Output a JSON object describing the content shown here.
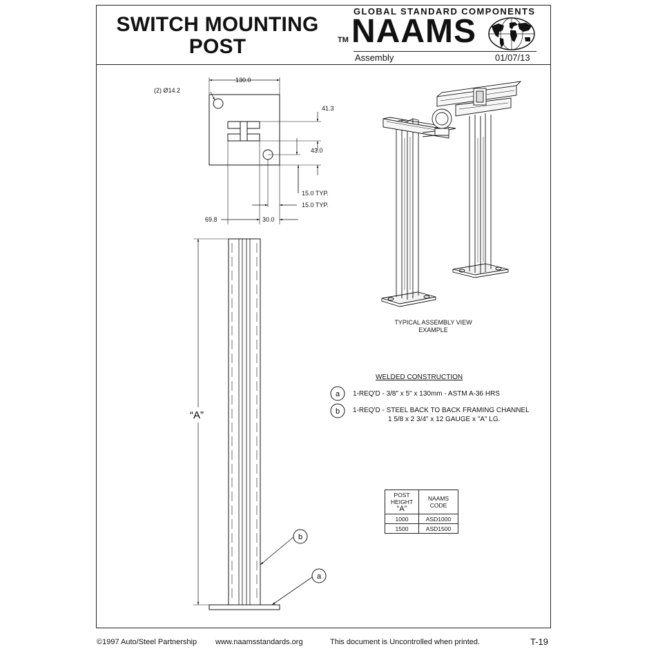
{
  "header": {
    "title_line1": "SWITCH MOUNTING",
    "title_line2": "POST",
    "brand_tagline": "GLOBAL STANDARD COMPONENTS",
    "brand_name": "NAAMS",
    "trademark": "TM",
    "subtitle": "Assembly",
    "date": "01/07/13"
  },
  "plate_dims": {
    "width": "130.0",
    "holes": "(2) Ø14.2",
    "slot_offset": "41.3",
    "hole_vertical": "43.0",
    "edge_typ_1": "15.0 TYP.",
    "edge_typ_2": "15.0 TYP.",
    "hole_horizontal": "69.8",
    "hole_spacing": "30.0"
  },
  "post": {
    "height_label": "“A”",
    "callout_b": "b",
    "callout_a": "a"
  },
  "assembly_view": {
    "caption_line1": "TYPICAL ASSEMBLY VIEW",
    "caption_line2": "EXAMPLE"
  },
  "construction": {
    "heading": "WELDED CONSTRUCTION",
    "items": [
      {
        "letter": "a",
        "line1": "1-REQ'D - 3/8\" x 5\" x 130mm - ASTM A-36 HRS",
        "line2": ""
      },
      {
        "letter": "b",
        "line1": "1-REQ'D -  STEEL BACK TO BACK FRAMING CHANNEL",
        "line2": "1 5/8 x 2 3/4\" x 12 GAUGE x \"A\" LG."
      }
    ]
  },
  "table": {
    "col1_line1": "POST",
    "col1_line2": "HEIGHT",
    "col1_line3": "“A”",
    "col2_line1": "NAAMS",
    "col2_line2": "CODE",
    "rows": [
      {
        "height": "1000",
        "code": "ASD1000"
      },
      {
        "height": "1500",
        "code": "ASD1500"
      }
    ]
  },
  "footer": {
    "copyright": "©1997  Auto/Steel Partnership",
    "website": "www.naamsstandards.org",
    "notice": "This  document  is  Uncontrolled  when  printed.",
    "sheet": "T-19"
  }
}
